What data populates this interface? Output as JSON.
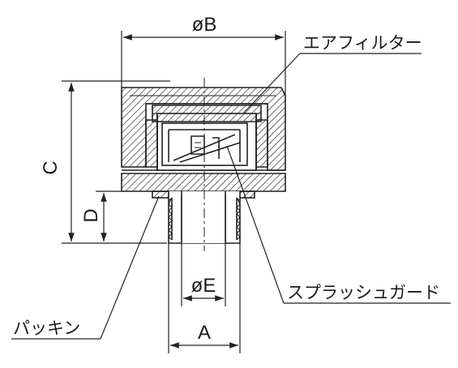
{
  "dimensions": {
    "dia_b": "øB",
    "c": "C",
    "d": "D",
    "dia_e": "øE",
    "a": "A"
  },
  "callouts": {
    "air_filter": "エアフィルター",
    "splash_guard": "スプラッシュガード",
    "packing": "パッキン"
  }
}
